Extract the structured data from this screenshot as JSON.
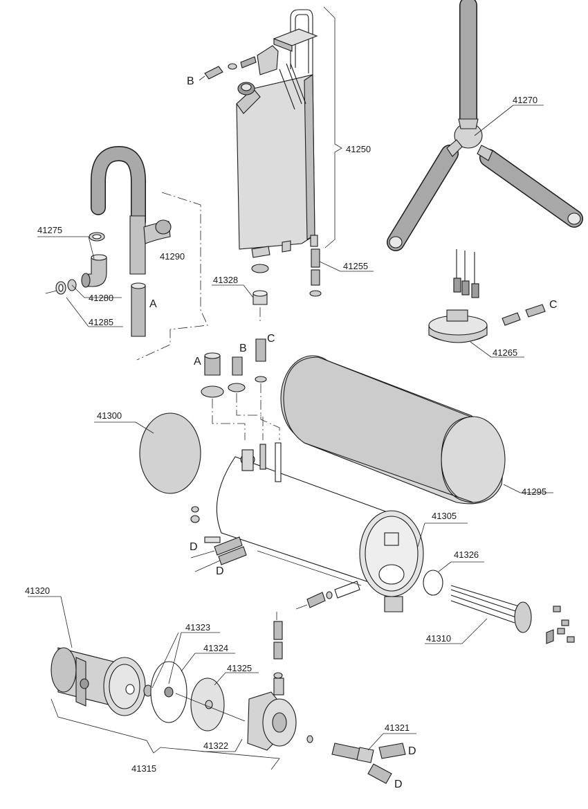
{
  "diagram": {
    "part_numbers": {
      "p41250": "41250",
      "p41270": "41270",
      "p41275": "41275",
      "p41290": "41290",
      "p41280": "41280",
      "p41285": "41285",
      "p41328": "41328",
      "p41255": "41255",
      "p41265": "41265",
      "p41300": "41300",
      "p41295": "41295",
      "p41305": "41305",
      "p41326": "41326",
      "p41320": "41320",
      "p41323": "41323",
      "p41324": "41324",
      "p41325": "41325",
      "p41322": "41322",
      "p41310": "41310",
      "p41321": "41321",
      "p41315": "41315"
    },
    "connection_letters": {
      "A": "A",
      "B": "B",
      "C": "C",
      "D": "D"
    }
  },
  "colors": {
    "line": "#1a1a1a",
    "part_fill": "#d9d9d9",
    "part_fill_dark": "#9e9e9e",
    "background": "#ffffff"
  }
}
